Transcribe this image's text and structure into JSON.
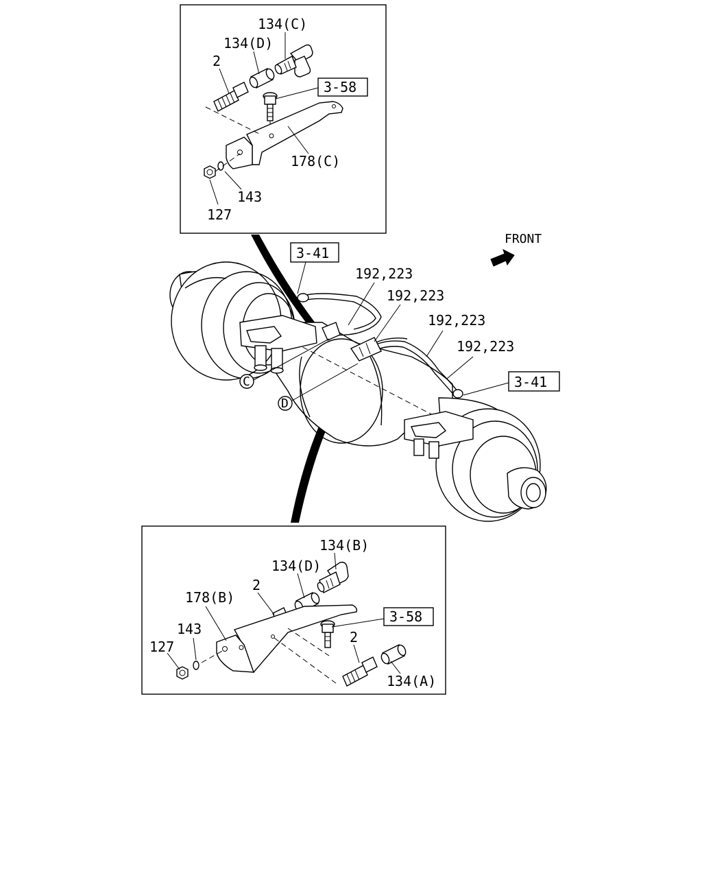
{
  "front_label": "FRONT",
  "top_inset": {
    "labels": {
      "p134c": "134(C)",
      "p134d": "134(D)",
      "p2": "2",
      "ref358": "3-58",
      "p178c": "178(C)",
      "p143": "143",
      "p127": "127"
    }
  },
  "main": {
    "labels": {
      "ref341_top": "3-41",
      "ref341_right": "3-41",
      "hose1": "192,223",
      "hose2": "192,223",
      "hose3": "192,223",
      "hose4": "192,223",
      "callout_c": "C",
      "callout_d": "D"
    }
  },
  "bottom_inset": {
    "labels": {
      "p134b": "134(B)",
      "p134d": "134(D)",
      "p2a": "2",
      "p178b": "178(B)",
      "ref358": "3-58",
      "p143": "143",
      "p127": "127",
      "p2b": "2",
      "p134a": "134(A)"
    }
  }
}
